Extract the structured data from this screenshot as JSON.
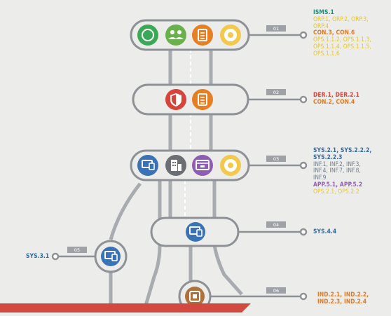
{
  "nodes": [
    {
      "id": "01",
      "targets": [
        {
          "text": "ISMS.1",
          "cls": "t-teal"
        },
        {
          "text": "ORP.1, ORP.2, ORP.3,",
          "cls": "t-yel"
        },
        {
          "text": "ORP.4",
          "cls": "t-yel"
        },
        {
          "text": "CON.3, CON.6",
          "cls": "t-org"
        },
        {
          "text": "OPS.1.1.2, OPS.1.1.3,",
          "cls": "t-yel"
        },
        {
          "text": "OPS.1.1.4, OPS.1.1.5,",
          "cls": "t-yel"
        },
        {
          "text": "OPS.1.1.6",
          "cls": "t-yel"
        }
      ]
    },
    {
      "id": "02",
      "targets": [
        {
          "text": "DER.1, DER.2.1",
          "cls": "t-red"
        },
        {
          "text": "CON.2, CON.4",
          "cls": "t-org"
        }
      ]
    },
    {
      "id": "03",
      "targets": [
        {
          "text": "SYS.2.1, SYS.2.2.2,",
          "cls": "t-blue"
        },
        {
          "text": "SYS.2.2.3",
          "cls": "t-blue"
        },
        {
          "text": "INF.1, INF.2, INF.3,",
          "cls": "t-gray"
        },
        {
          "text": "INF.4, INF.7, INF.8,",
          "cls": "t-gray"
        },
        {
          "text": "INF.9",
          "cls": "t-gray"
        },
        {
          "text": "APP.5.1, APP.5.2",
          "cls": "t-purp"
        },
        {
          "text": "OPS.2.1, OPS.2.2",
          "cls": "t-yel"
        }
      ]
    },
    {
      "id": "04",
      "targets": [
        {
          "text": "SYS.4.4",
          "cls": "t-blue"
        }
      ]
    },
    {
      "id": "05",
      "targets": [
        {
          "text": "SYS.3.1",
          "cls": "t-blue"
        }
      ]
    },
    {
      "id": "06",
      "targets": [
        {
          "text": "IND.2.1, IND.2.2,",
          "cls": "t-org"
        },
        {
          "text": "IND.2.3, IND.2.4",
          "cls": "t-org"
        }
      ]
    }
  ],
  "icon_colors": {
    "green": "#3aa857",
    "yellow": "#f2c94c",
    "orange": "#e67e22",
    "red": "#d8433a",
    "blue": "#3a72b6",
    "gray": "#6b6f73",
    "purple": "#8e5cb5",
    "bronze": "#b0703a"
  }
}
